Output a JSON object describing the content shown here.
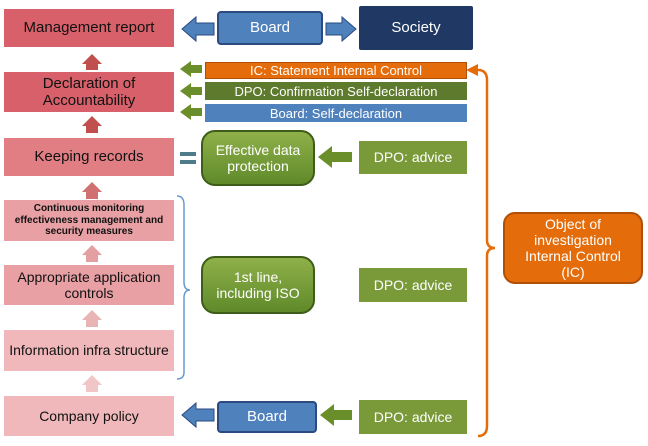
{
  "left_column": {
    "management_report": "Management report",
    "declaration": "Declaration of Accountability",
    "keeping_records": "Keeping records",
    "continuous_monitoring": "Continuous monitoring effectiveness management and security measures",
    "application_controls": "Appropriate application controls",
    "infra_structure": "Information infra structure",
    "company_policy": "Company policy"
  },
  "top": {
    "board": "Board",
    "society": "Society"
  },
  "bars": {
    "ic_statement": "IC: Statement Internal Control",
    "dpo_confirmation": "DPO: Confirmation Self-declaration",
    "board_self": "Board: Self-declaration"
  },
  "middle": {
    "effective_data_protection": "Effective data protection",
    "first_line": "1st line, including ISO",
    "board_bottom": "Board"
  },
  "advice": {
    "a1": "DPO: advice",
    "a2": "DPO: advice",
    "a3": "DPO: advice"
  },
  "object_box": "Object of investigation Internal Control (IC)",
  "colors": {
    "red_dark": "#d8606a",
    "blue": "#4f81bd",
    "navy": "#1f3864",
    "green": "#7a9a3a",
    "orange": "#e46c0a"
  }
}
